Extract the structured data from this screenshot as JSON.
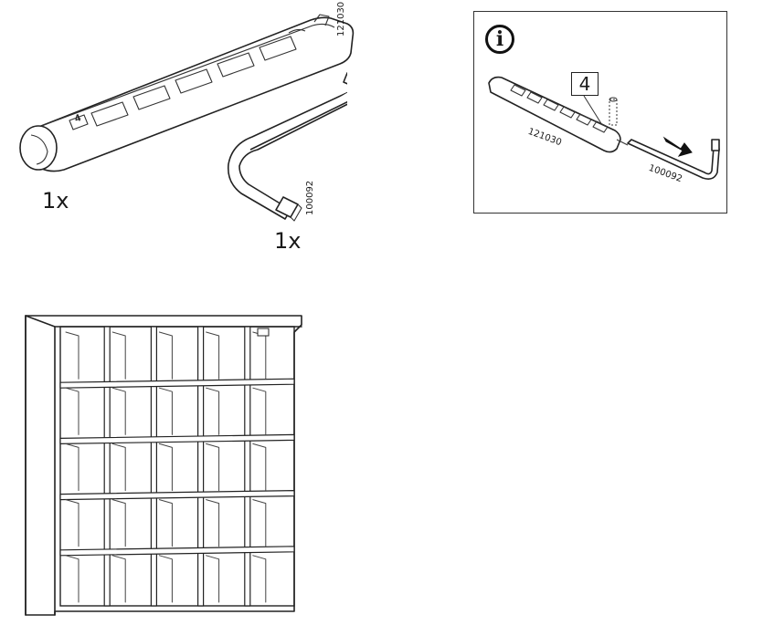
{
  "parts": [
    {
      "id": "121030",
      "quantity": "1x",
      "slot_label": "4",
      "icon": "connector-rail-icon"
    },
    {
      "id": "100092",
      "quantity": "1x",
      "icon": "allen-key-icon"
    }
  ],
  "info_panel": {
    "icon": "info-icon",
    "info_symbol": "i",
    "callout_label": "4",
    "rail_code": "121030",
    "key_code": "100092",
    "arrow_icon": "insert-arrow-icon"
  },
  "shelf": {
    "icon": "cube-shelf-icon",
    "columns": 5,
    "rows": 5
  },
  "colors": {
    "line": "#222222",
    "background": "#ffffff"
  }
}
